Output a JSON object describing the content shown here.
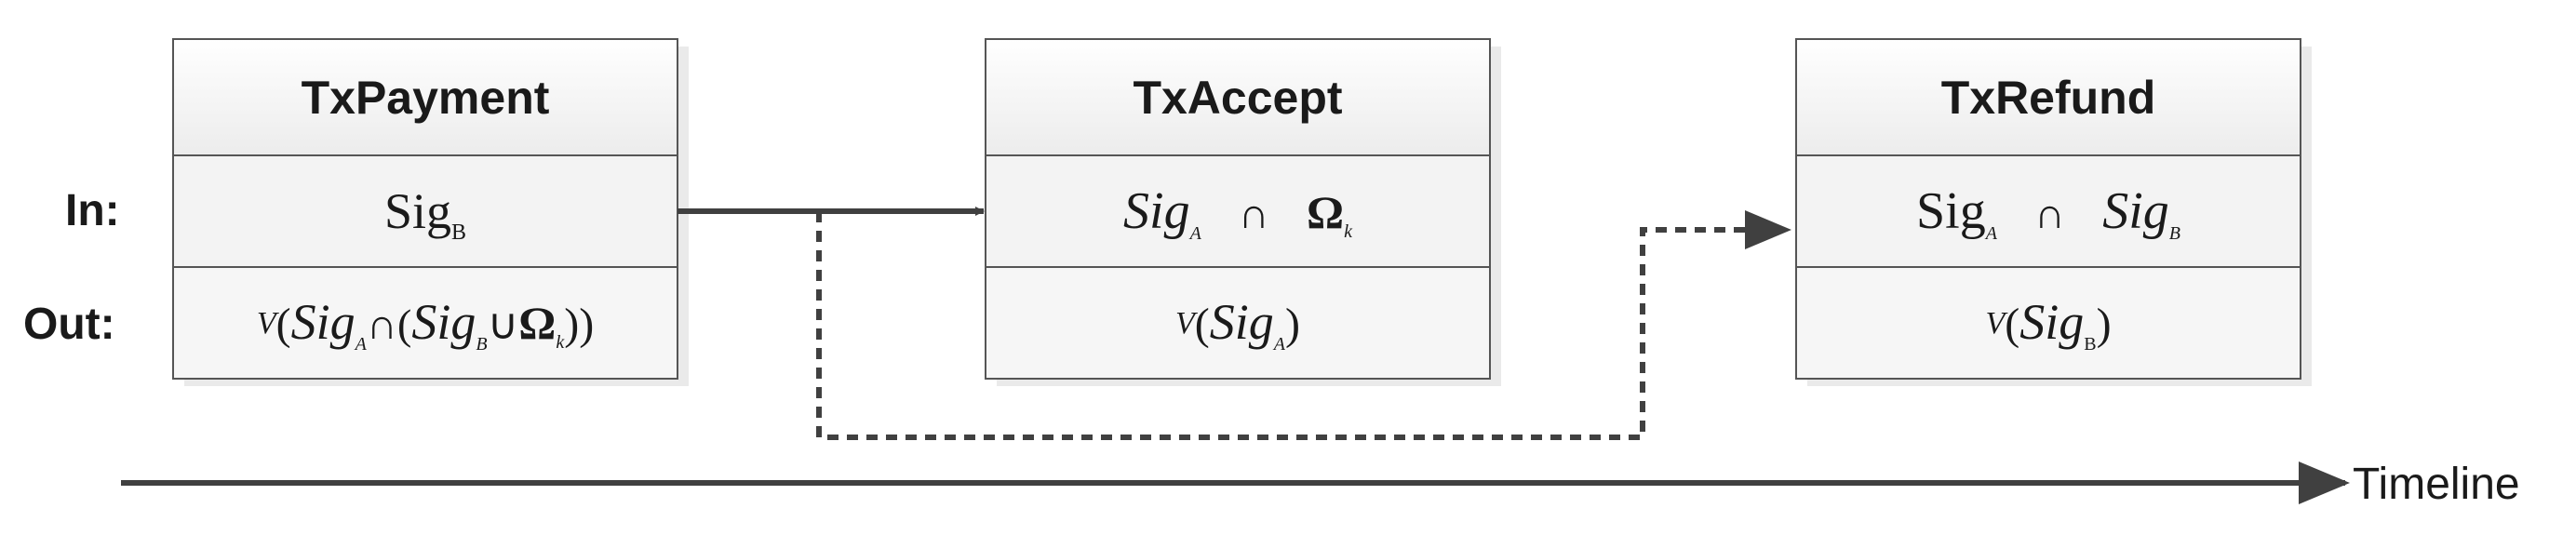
{
  "row_labels": {
    "in": "In:",
    "out": "Out:"
  },
  "timeline_label": "Timeline",
  "transactions": [
    {
      "title": "TxPayment",
      "input": {
        "parts": [
          {
            "t": "Sig",
            "sub": "B"
          }
        ]
      },
      "output": {
        "text": "V(Sig_A∩(Sig_B∪Ω_k))"
      }
    },
    {
      "title": "TxAccept",
      "input": {
        "parts": [
          {
            "t": "Sig",
            "sub": "A"
          },
          {
            "op": "∩"
          },
          {
            "t": "Ω",
            "sub": "k"
          }
        ]
      },
      "output": {
        "text": "V(Sig_A)"
      }
    },
    {
      "title": "TxRefund",
      "input": {
        "parts": [
          {
            "t": "Sig",
            "sub": "A"
          },
          {
            "op": "∩"
          },
          {
            "t": "Sig",
            "sub": "B"
          }
        ]
      },
      "output": {
        "text": "V(Sig_B)"
      }
    }
  ],
  "connections": [
    {
      "from": "TxPayment",
      "to": "TxAccept",
      "style": "solid"
    },
    {
      "from": "TxPayment",
      "to": "TxRefund",
      "style": "dashed"
    }
  ],
  "colors": {
    "line": "#404040",
    "box_border": "#555555",
    "header_fill": "#f2f2f2"
  }
}
